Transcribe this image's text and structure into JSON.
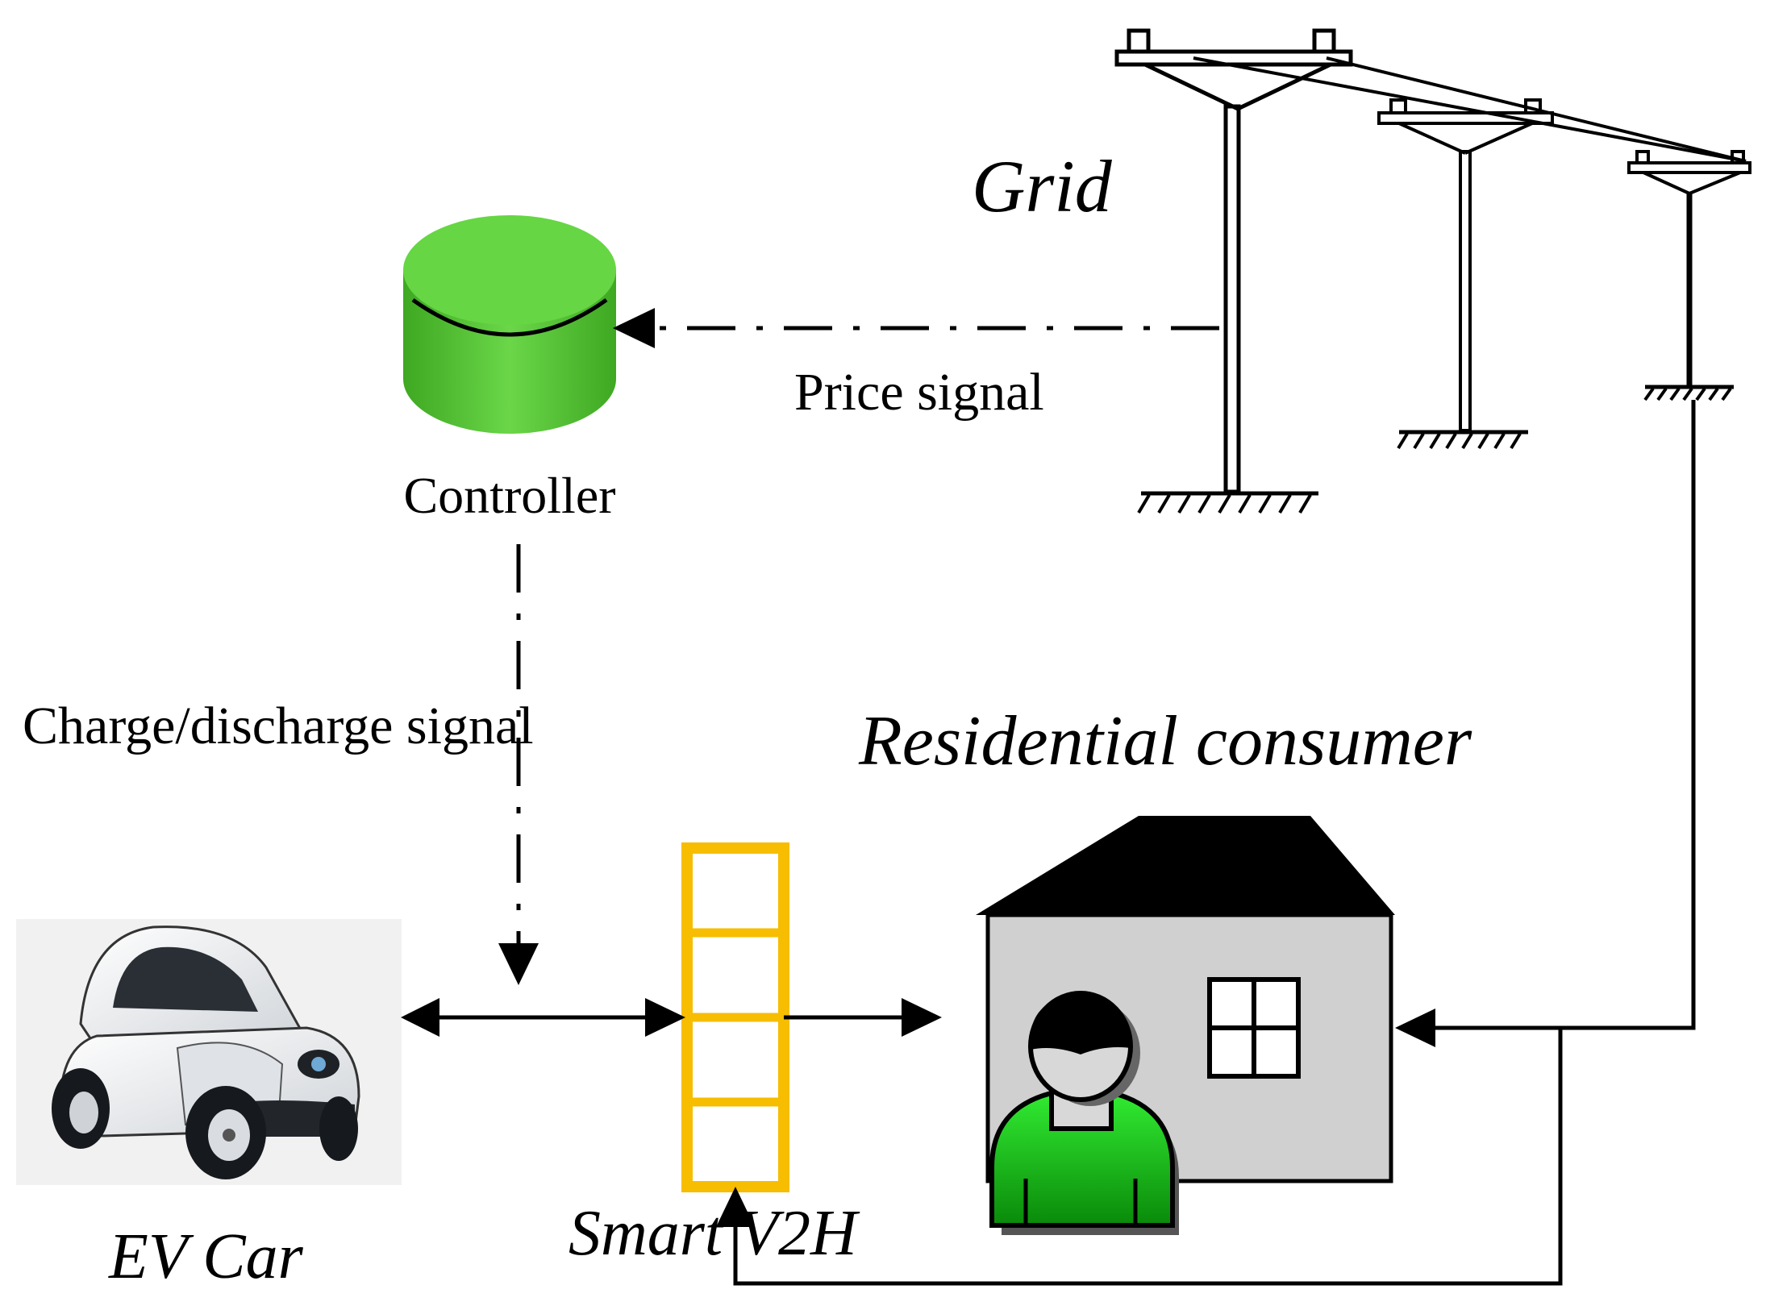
{
  "labels": {
    "grid": "Grid",
    "controller": "Controller",
    "price_signal": "Price signal",
    "charge_signal": "Charge/discharge signal",
    "residential": "Residential consumer",
    "ev_car": "EV Car",
    "smart_v2h": "Smart V2H"
  },
  "colors": {
    "controller_green": "#5cc83a",
    "v2h_yellow": "#f7bd00",
    "person_green": "#22cc22",
    "house_wall": "#d0d0d0",
    "roof": "#000000"
  },
  "icons": {
    "controller": "cylinder-icon",
    "grid": "power-pole-icon",
    "house": "house-icon",
    "person": "person-icon",
    "ev": "ev-car-icon"
  }
}
